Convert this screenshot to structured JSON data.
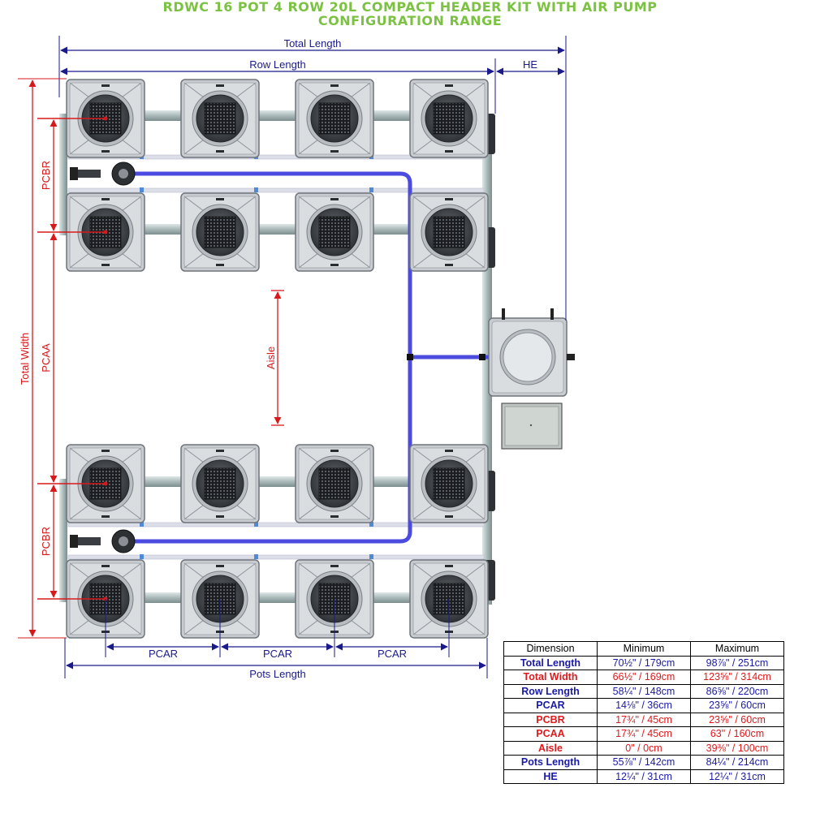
{
  "title": {
    "line1": "RDWC 16 POT 4 ROW 20L COMPACT HEADER KIT WITH AIR PUMP",
    "line2": "CONFIGURATION RANGE"
  },
  "labels": {
    "total_length": "Total Length",
    "row_length": "Row Length",
    "he": "HE",
    "total_width": "Total Width",
    "pcbr": "PCBR",
    "pcaa": "PCAA",
    "aisle": "Aisle",
    "pcar": "PCAR",
    "pots_length": "Pots Length"
  },
  "colors": {
    "title": "#7cc242",
    "blue_dimension": "#1a1a8a",
    "red_dimension": "#d7191c",
    "air_line": "#4b4bdf",
    "pot_body": "#c9cdd1",
    "pipe": "#b7c4c4"
  },
  "table": {
    "headers": [
      "Dimension",
      "Minimum",
      "Maximum"
    ],
    "rows": [
      {
        "name": "Total Length",
        "min": "70½\" / 179cm",
        "max": "98⅞\" / 251cm",
        "color": "blue"
      },
      {
        "name": "Total Width",
        "min": "66½\" / 169cm",
        "max": "123⅝\" / 314cm",
        "color": "red"
      },
      {
        "name": "Row Length",
        "min": "58¼\" / 148cm",
        "max": "86⅝\" / 220cm",
        "color": "blue"
      },
      {
        "name": "PCAR",
        "min": "14⅛\" / 36cm",
        "max": "23⅝\" / 60cm",
        "color": "blue"
      },
      {
        "name": "PCBR",
        "min": "17¾\" / 45cm",
        "max": "23⅝\" / 60cm",
        "color": "red"
      },
      {
        "name": "PCAA",
        "min": "17¾\" / 45cm",
        "max": "63\" / 160cm",
        "color": "red"
      },
      {
        "name": "Aisle",
        "min": "0\" / 0cm",
        "max": "39⅜\" / 100cm",
        "color": "red"
      },
      {
        "name": "Pots Length",
        "min": "55⅞\" / 142cm",
        "max": "84¼\" / 214cm",
        "color": "blue"
      },
      {
        "name": "HE",
        "min": "12¼\" / 31cm",
        "max": "12¼\" / 31cm",
        "color": "blue"
      }
    ]
  }
}
